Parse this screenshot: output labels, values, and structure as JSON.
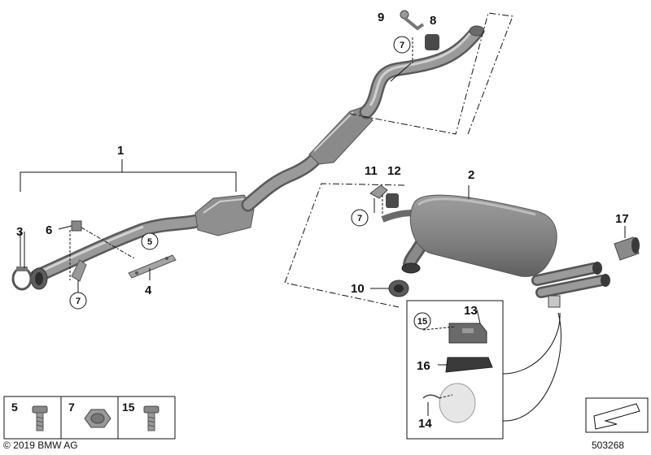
{
  "labels": {
    "l1": "1",
    "l2": "2",
    "l3": "3",
    "l4": "4",
    "l5": "5",
    "l6": "6",
    "l7a": "7",
    "l7b": "7",
    "l7c": "7",
    "l8": "8",
    "l9": "9",
    "l10": "10",
    "l11": "11",
    "l12": "12",
    "l13": "13",
    "l14": "14",
    "l15c": "15",
    "l16": "16",
    "l17": "17"
  },
  "legend": {
    "item5": "5",
    "item7": "7",
    "item15": "15"
  },
  "footer": {
    "copyright": "© 2019 BMW AG",
    "ref": "503268"
  },
  "colors": {
    "part_fill": "#8c8c8c",
    "part_dark": "#555555",
    "part_light": "#c8c8c8",
    "line": "#111111"
  }
}
